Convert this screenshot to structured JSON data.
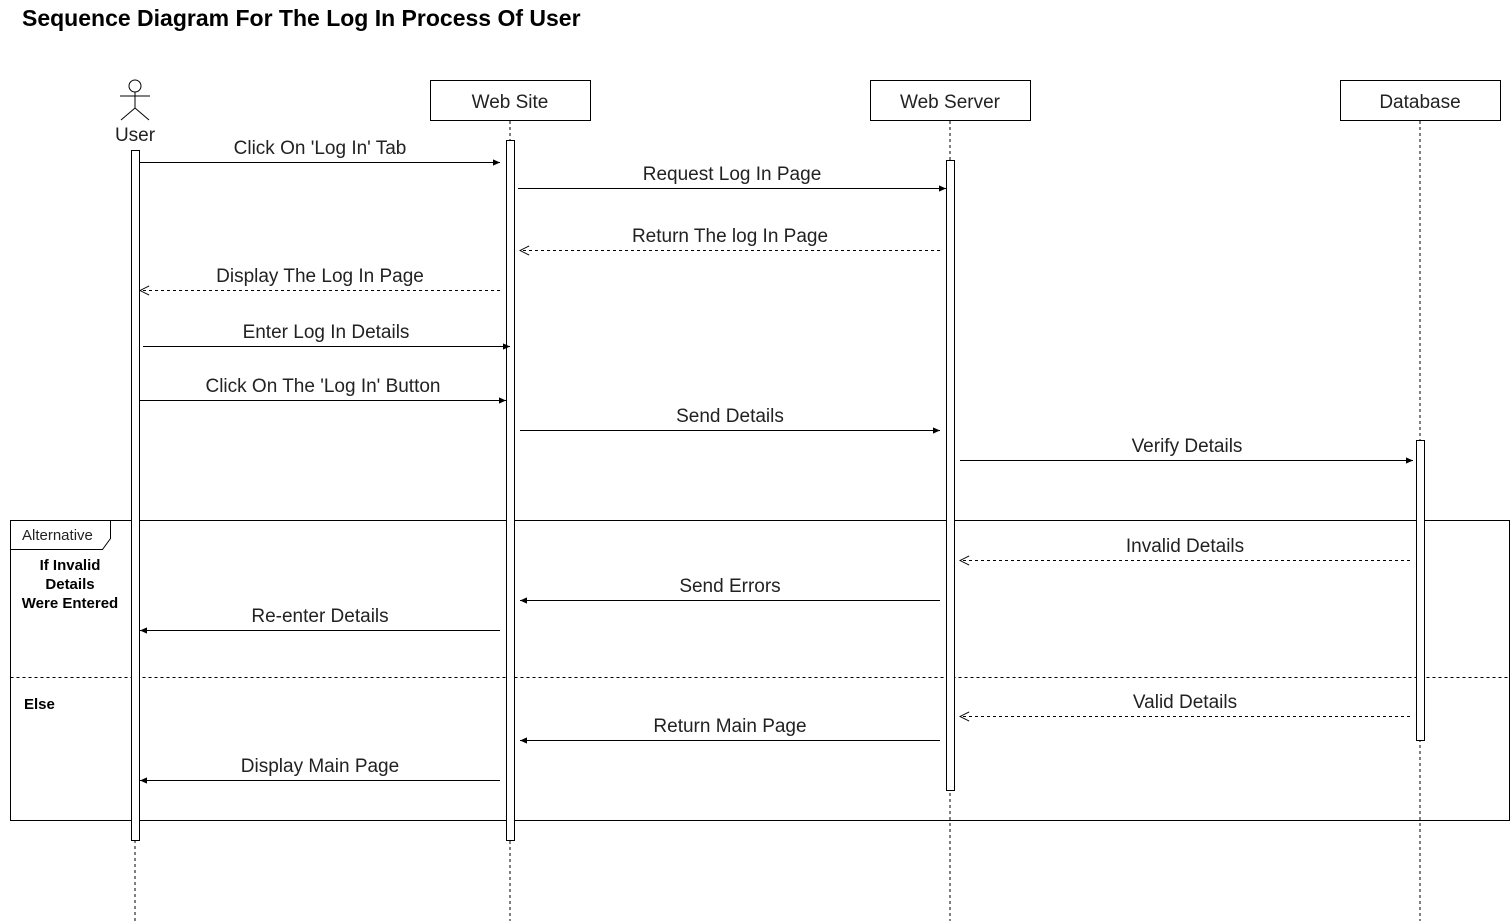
{
  "title": "Sequence Diagram For The Log In Process Of User",
  "participants": [
    {
      "id": "user",
      "label": "User",
      "kind": "actor"
    },
    {
      "id": "site",
      "label": "Web Site",
      "kind": "box"
    },
    {
      "id": "server",
      "label": "Web Server",
      "kind": "box"
    },
    {
      "id": "db",
      "label": "Database",
      "kind": "box"
    }
  ],
  "messages": [
    {
      "label": "Click On 'Log In' Tab",
      "from": "user",
      "to": "site",
      "style": "sync"
    },
    {
      "label": "Request Log In Page",
      "from": "site",
      "to": "server",
      "style": "sync"
    },
    {
      "label": "Return The log In Page",
      "from": "server",
      "to": "site",
      "style": "return"
    },
    {
      "label": "Display The Log In Page",
      "from": "site",
      "to": "user",
      "style": "return"
    },
    {
      "label": "Enter Log In Details",
      "from": "user",
      "to": "site",
      "style": "sync"
    },
    {
      "label": "Click On The 'Log In' Button",
      "from": "user",
      "to": "site",
      "style": "sync"
    },
    {
      "label": "Send Details",
      "from": "site",
      "to": "server",
      "style": "sync"
    },
    {
      "label": "Verify Details",
      "from": "server",
      "to": "db",
      "style": "sync"
    },
    {
      "label": "Invalid Details",
      "from": "db",
      "to": "server",
      "style": "return"
    },
    {
      "label": "Send Errors",
      "from": "server",
      "to": "site",
      "style": "sync"
    },
    {
      "label": "Re-enter Details",
      "from": "site",
      "to": "user",
      "style": "sync"
    },
    {
      "label": "Valid Details",
      "from": "db",
      "to": "server",
      "style": "return"
    },
    {
      "label": "Return Main Page",
      "from": "server",
      "to": "site",
      "style": "sync"
    },
    {
      "label": "Display Main Page",
      "from": "site",
      "to": "user",
      "style": "sync"
    }
  ],
  "fragment": {
    "label": "Alternative",
    "condition_lines": [
      "If Invalid",
      "Details",
      "Were Entered"
    ],
    "else_label": "Else"
  }
}
